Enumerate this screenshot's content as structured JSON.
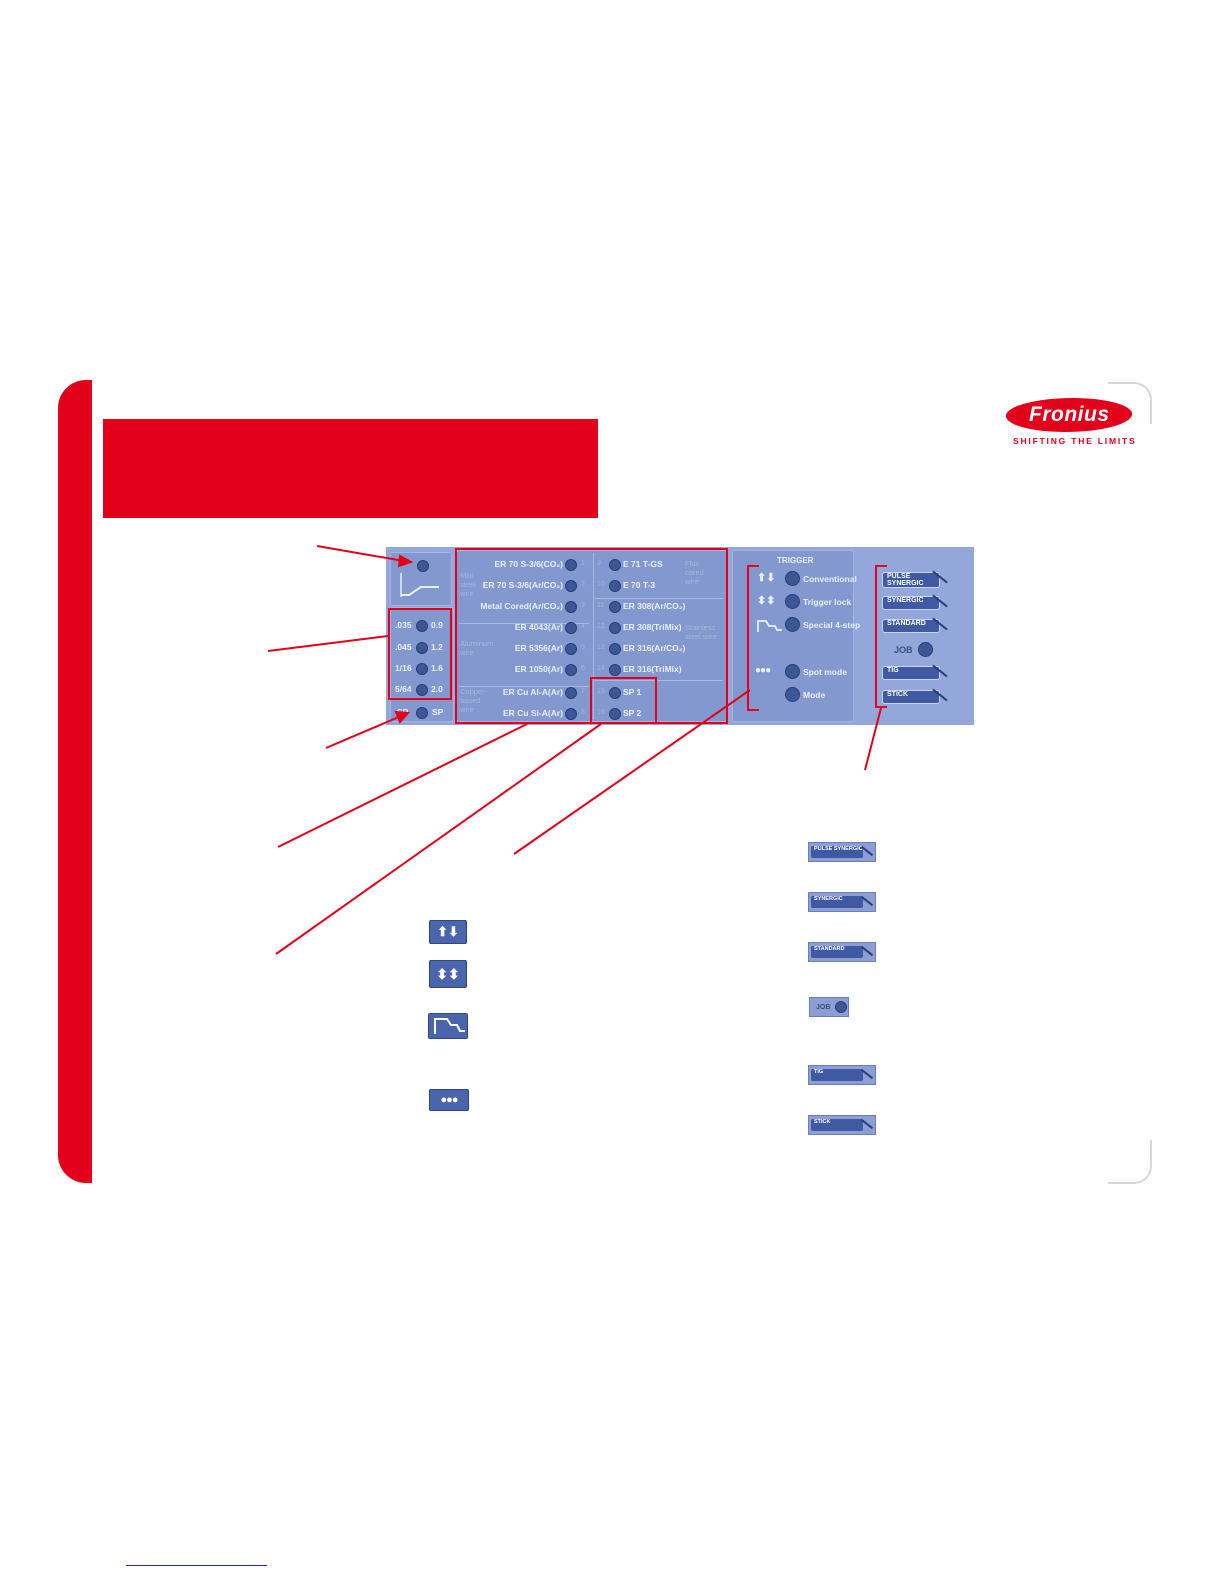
{
  "branding": {
    "logo_text": "Fronius",
    "tagline": "SHIFTING THE LIMITS",
    "accent_color": "#e2001a",
    "panel_color": "#93a7db"
  },
  "wire_sizes": {
    "inch": [
      ".035",
      ".045",
      "1/16",
      "5/64"
    ],
    "mm": [
      "0.9",
      "1.2",
      "1.6",
      "2.0"
    ],
    "special": "SP"
  },
  "materials": {
    "left": [
      {
        "label": "ER 70 S-3/6(CO₂)",
        "num": "1"
      },
      {
        "label": "ER 70 S-3/6(Ar/CO₂)",
        "num": "2"
      },
      {
        "label": "Metal Cored(Ar/CO₂)",
        "num": "3"
      },
      {
        "label": "ER 4043(Ar)",
        "num": "4"
      },
      {
        "label": "ER 5356(Ar)",
        "num": "5"
      },
      {
        "label": "ER 1050(Ar)",
        "num": "6"
      },
      {
        "label": "ER Cu Al-A(Ar)",
        "num": "7"
      },
      {
        "label": "ER Cu Si-A(Ar)",
        "num": "8"
      }
    ],
    "right": [
      {
        "label": "E 71 T-GS",
        "num": "9"
      },
      {
        "label": "E 70 T-3",
        "num": "10"
      },
      {
        "label": "ER 308(Ar/CO₂)",
        "num": "11"
      },
      {
        "label": "ER 308(TriMix)",
        "num": "12"
      },
      {
        "label": "ER 316(Ar/CO₂)",
        "num": "13"
      },
      {
        "label": "ER 316(TriMix)",
        "num": "14"
      },
      {
        "label": "SP 1",
        "num": "15"
      },
      {
        "label": "SP 2",
        "num": "16"
      }
    ],
    "groups": {
      "mild_steel": "Mild steel wire",
      "aluminum": "Aluminum wire",
      "copper": "Copper-based wire",
      "flux_cored": "Flux cored wire",
      "stainless": "Stainless steel wire"
    }
  },
  "trigger": {
    "title": "TRIGGER",
    "modes": [
      "Conventional",
      "Trigger lock",
      "Special 4-step",
      "Spot mode",
      "Mode"
    ]
  },
  "process": {
    "modes": [
      "PULSE SYNERGIC",
      "SYNERGIC",
      "STANDARD",
      "JOB",
      "TIG",
      "STICK"
    ]
  },
  "icons": {
    "two_step": "arrows-up-down-icon",
    "four_step": "arrows-latch-icon",
    "special_four_step": "step-curve-icon",
    "spot": "three-dots-icon"
  }
}
